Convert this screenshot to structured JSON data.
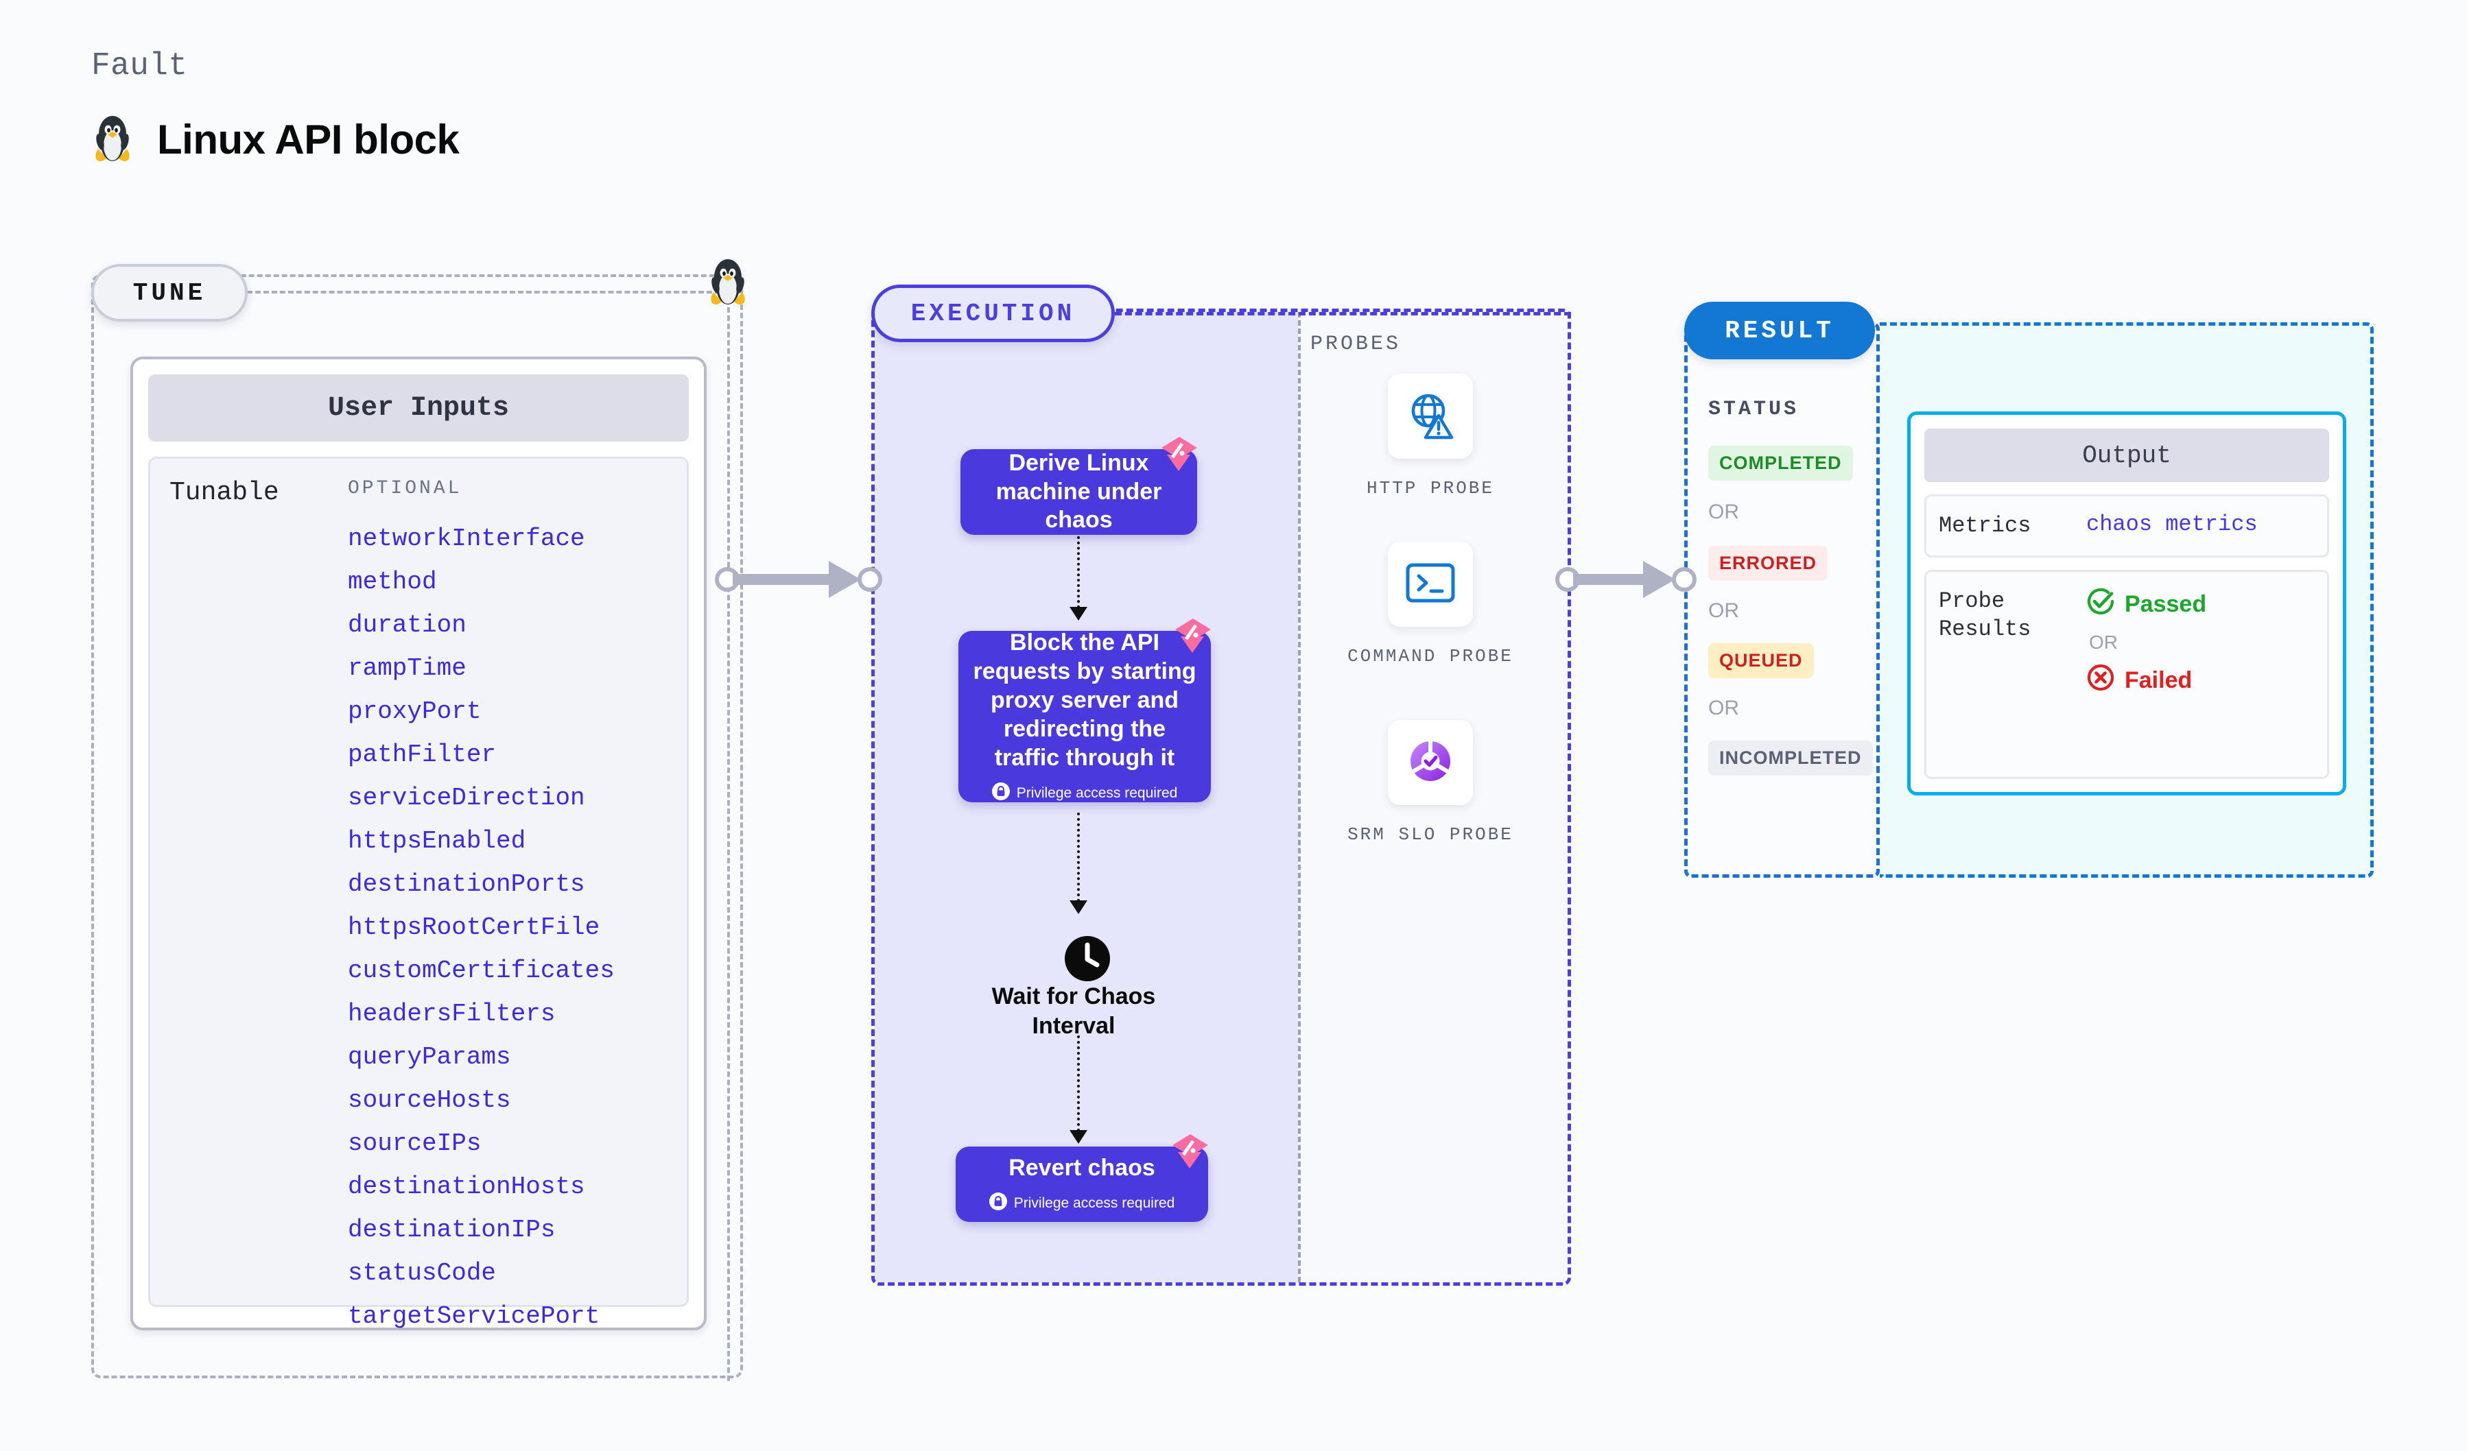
{
  "header": {
    "kicker": "Fault",
    "title": "Linux API block",
    "icon": "linux-penguin-icon"
  },
  "tune": {
    "pill_label": "TUNE",
    "card_title": "User Inputs",
    "group_label": "Tunable",
    "optional_label": "OPTIONAL",
    "params": [
      "networkInterface",
      "method",
      "duration",
      "rampTime",
      "proxyPort",
      "pathFilter",
      "serviceDirection",
      "httpsEnabled",
      "destinationPorts",
      "httpsRootCertFile",
      "customCertificates",
      "headersFilters",
      "queryParams",
      "sourceHosts",
      "sourceIPs",
      "destinationHosts",
      "destinationIPs",
      "statusCode",
      "targetServicePort"
    ]
  },
  "execution": {
    "pill_label": "EXECUTION",
    "nodes": [
      {
        "text": "Derive Linux machine under chaos",
        "privilege": null
      },
      {
        "text": "Block the API requests by starting proxy server and redirecting the traffic through it",
        "privilege": "Privilege access required"
      },
      {
        "text": "Revert chaos",
        "privilege": "Privilege access required"
      }
    ],
    "wait": {
      "label": "Wait for Chaos Interval",
      "icon": "clock-icon"
    }
  },
  "probes": {
    "title": "PROBES",
    "items": [
      {
        "label": "HTTP PROBE",
        "icon": "globe-warning-icon"
      },
      {
        "label": "COMMAND PROBE",
        "icon": "terminal-icon"
      },
      {
        "label": "SRM SLO PROBE",
        "icon": "slo-donut-check-icon"
      }
    ]
  },
  "result": {
    "pill_label": "RESULT",
    "status_title": "STATUS",
    "or_label": "OR",
    "statuses": [
      {
        "label": "COMPLETED",
        "bg": "#e0f6e2",
        "fg": "#1a8d25"
      },
      {
        "label": "ERRORED",
        "bg": "#fdecec",
        "fg": "#cd2121"
      },
      {
        "label": "QUEUED",
        "bg": "#fdeec4",
        "fg": "#cd2121"
      },
      {
        "label": "INCOMPLETED",
        "bg": "#eceef4",
        "fg": "#5a6175"
      }
    ]
  },
  "output": {
    "title": "Output",
    "metrics_key": "Metrics",
    "metrics_value": "chaos metrics",
    "probe_results_key": "Probe Results",
    "passed_label": "Passed",
    "failed_label": "Failed",
    "or_label": "OR"
  },
  "colors": {
    "indigo": "#4a3ade",
    "param_blue": "#3b29e0",
    "result_blue": "#1278d4",
    "output_cyan": "#00aeef",
    "ribbon_pink": "#fb6ca0",
    "passed_green": "#1ba72c",
    "failed_red": "#e02020"
  }
}
